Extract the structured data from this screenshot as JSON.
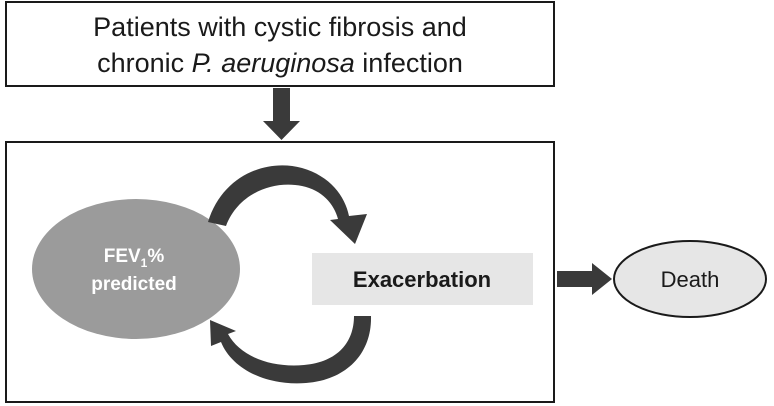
{
  "population": {
    "line1": "Patients with cystic fibrosis and",
    "line2_prefix": "chronic ",
    "line2_italic": "P. aeruginosa",
    "line2_suffix": " infection"
  },
  "fev_node": {
    "prefix": "FEV",
    "subscript": "1",
    "suffix": "%",
    "line2": "predicted"
  },
  "exacerbation_node": {
    "label": "Exacerbation"
  },
  "death_node": {
    "label": "Death"
  },
  "colors": {
    "border": "#1a1a1a",
    "arrow": "#3a3a3a",
    "fev_fill": "#9b9b9b",
    "exacerbation_fill": "#e6e6e6",
    "death_fill": "#e6e6e6"
  }
}
